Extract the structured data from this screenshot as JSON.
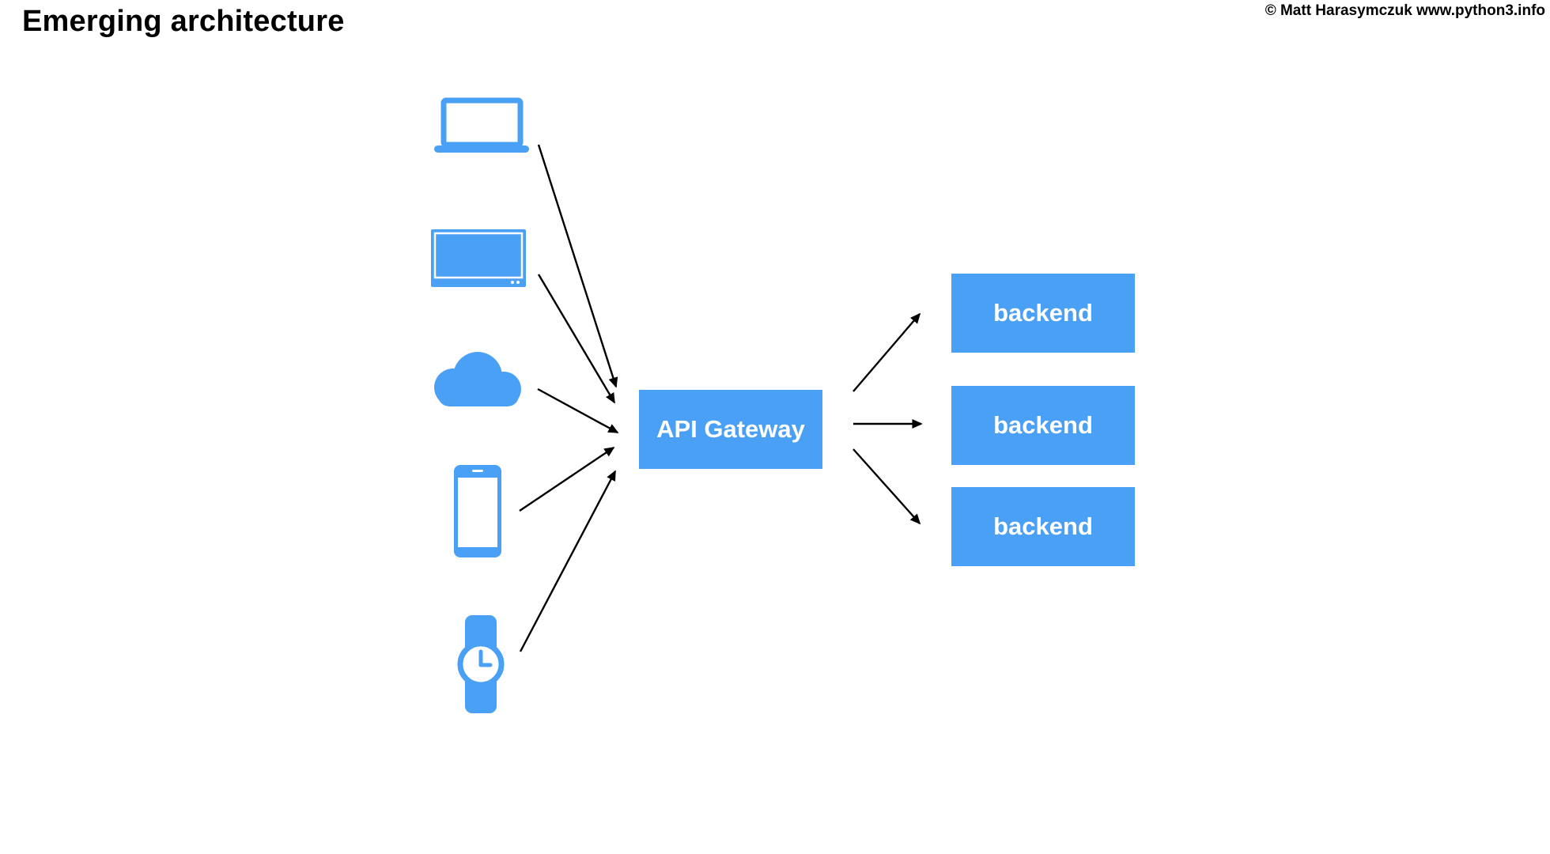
{
  "slide": {
    "title": "Emerging architecture",
    "copyright": "© Matt Harasymczuk www.python3.info",
    "background_color": "#ffffff",
    "text_color": "#000000"
  },
  "diagram": {
    "accent_color": "#4aa0f5",
    "arrow_color": "#000000",
    "clients": [
      {
        "name": "laptop",
        "icon": "laptop-icon"
      },
      {
        "name": "tv",
        "icon": "tv-icon"
      },
      {
        "name": "cloud",
        "icon": "cloud-icon"
      },
      {
        "name": "smartphone",
        "icon": "smartphone-icon"
      },
      {
        "name": "smartwatch",
        "icon": "smartwatch-icon"
      }
    ],
    "gateway": {
      "label": "API Gateway"
    },
    "backends": [
      {
        "label": "backend"
      },
      {
        "label": "backend"
      },
      {
        "label": "backend"
      }
    ],
    "connections": [
      {
        "from": "laptop",
        "to": "api-gateway"
      },
      {
        "from": "tv",
        "to": "api-gateway"
      },
      {
        "from": "cloud",
        "to": "api-gateway"
      },
      {
        "from": "smartphone",
        "to": "api-gateway"
      },
      {
        "from": "smartwatch",
        "to": "api-gateway"
      },
      {
        "from": "api-gateway",
        "to": "backend-1"
      },
      {
        "from": "api-gateway",
        "to": "backend-2"
      },
      {
        "from": "api-gateway",
        "to": "backend-3"
      }
    ]
  }
}
